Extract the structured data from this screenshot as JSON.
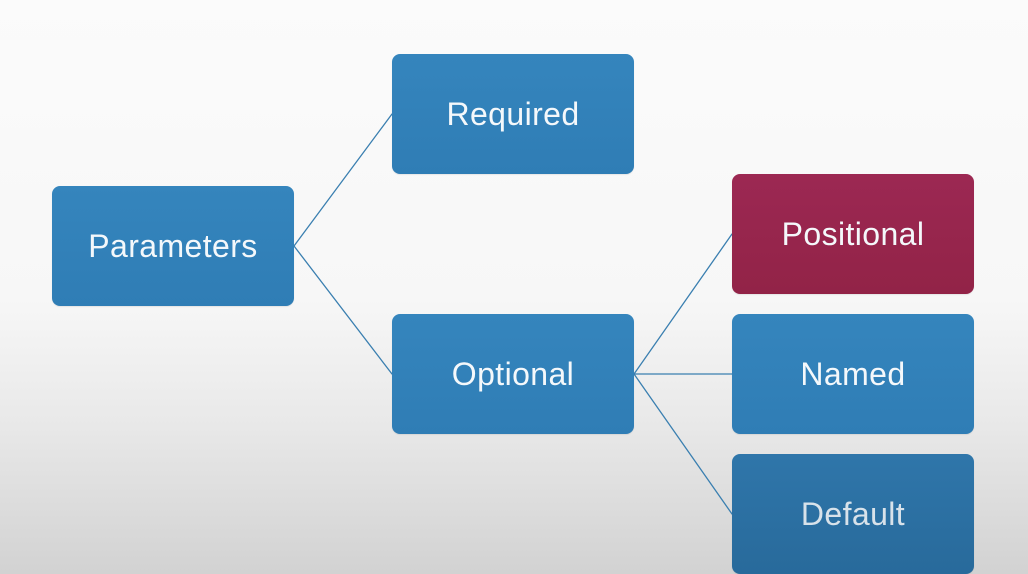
{
  "diagram": {
    "nodes": [
      {
        "id": "parameters",
        "label": "Parameters",
        "color": "#3585bd"
      },
      {
        "id": "required",
        "label": "Required",
        "color": "#3585bd"
      },
      {
        "id": "optional",
        "label": "Optional",
        "color": "#3585bd"
      },
      {
        "id": "positional",
        "label": "Positional",
        "color": "#9c2853",
        "highlighted": true
      },
      {
        "id": "named",
        "label": "Named",
        "color": "#3585bd"
      },
      {
        "id": "default",
        "label": "Default",
        "color": "#2f76aa"
      }
    ],
    "edges": [
      {
        "from": "parameters",
        "to": "required"
      },
      {
        "from": "parameters",
        "to": "optional"
      },
      {
        "from": "optional",
        "to": "positional"
      },
      {
        "from": "optional",
        "to": "named"
      },
      {
        "from": "optional",
        "to": "default"
      }
    ]
  }
}
